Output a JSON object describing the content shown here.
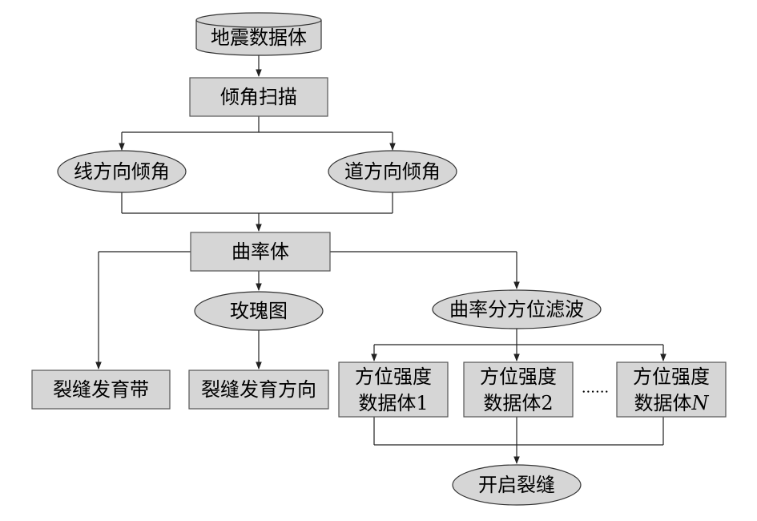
{
  "nodes": {
    "seismic_volume": "地震数据体",
    "dip_scan": "倾角扫描",
    "inline_dip": "线方向倾角",
    "crossline_dip": "道方向倾角",
    "curvature_volume": "曲率体",
    "rose_diagram": "玫瑰图",
    "azimuth_filter": "曲率分方位滤波",
    "fracture_zone": "裂缝发育带",
    "fracture_direction": "裂缝发育方向",
    "az_volume_1_line1": "方位强度",
    "az_volume_1_line2": "数据体1",
    "az_volume_2_line1": "方位强度",
    "az_volume_2_line2": "数据体2",
    "az_volume_n_line1": "方位强度",
    "az_volume_n_line2_prefix": "数据体",
    "az_volume_n_line2_suffix": "N",
    "ellipsis": "......",
    "open_fractures": "开启裂缝"
  },
  "colors": {
    "node_fill": "#d6d6d6",
    "line": "#222222"
  }
}
